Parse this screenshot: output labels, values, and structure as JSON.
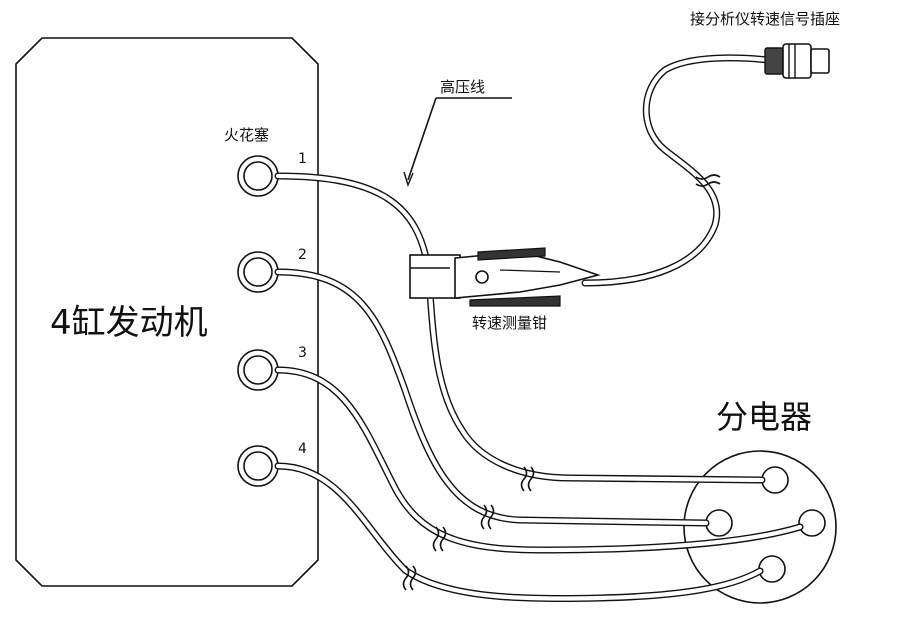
{
  "engine": {
    "label": "4缸发动机"
  },
  "spark_plug": {
    "label": "火花塞"
  },
  "cylinders": [
    "1",
    "2",
    "3",
    "4"
  ],
  "hv_wire": {
    "label": "高压线"
  },
  "clamp": {
    "label": "转速测量钳"
  },
  "distributor": {
    "label": "分电器"
  },
  "connector": {
    "label": "接分析仪转速信号插座"
  }
}
